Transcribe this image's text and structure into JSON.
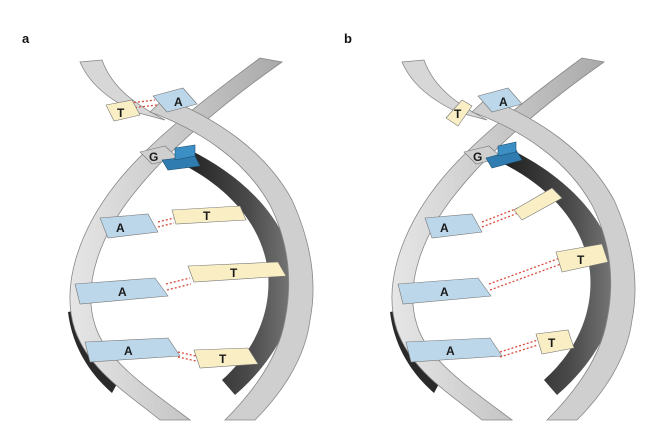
{
  "panels": [
    {
      "label": "a",
      "pairs": [
        {
          "left": "T",
          "right": "A"
        },
        {
          "left": "G",
          "right": ""
        },
        {
          "left": "A",
          "right": "T"
        },
        {
          "left": "A",
          "right": "T"
        },
        {
          "left": "A",
          "right": "T"
        }
      ]
    },
    {
      "label": "b",
      "pairs": [
        {
          "left": "T",
          "right": "A"
        },
        {
          "left": "G",
          "right": ""
        },
        {
          "left": "A",
          "right": ""
        },
        {
          "left": "A",
          "right": "T"
        },
        {
          "left": "A",
          "right": "T"
        }
      ]
    }
  ],
  "colors": {
    "adenine": "#bcd7ea",
    "thymine": "#faefc4",
    "guanine": "#cfcfcf",
    "cytosine": "#2f7db0",
    "backbone_front": "#cbcbcb",
    "backbone_back": "#3a3a3a",
    "hbond": "#d94a3a"
  }
}
